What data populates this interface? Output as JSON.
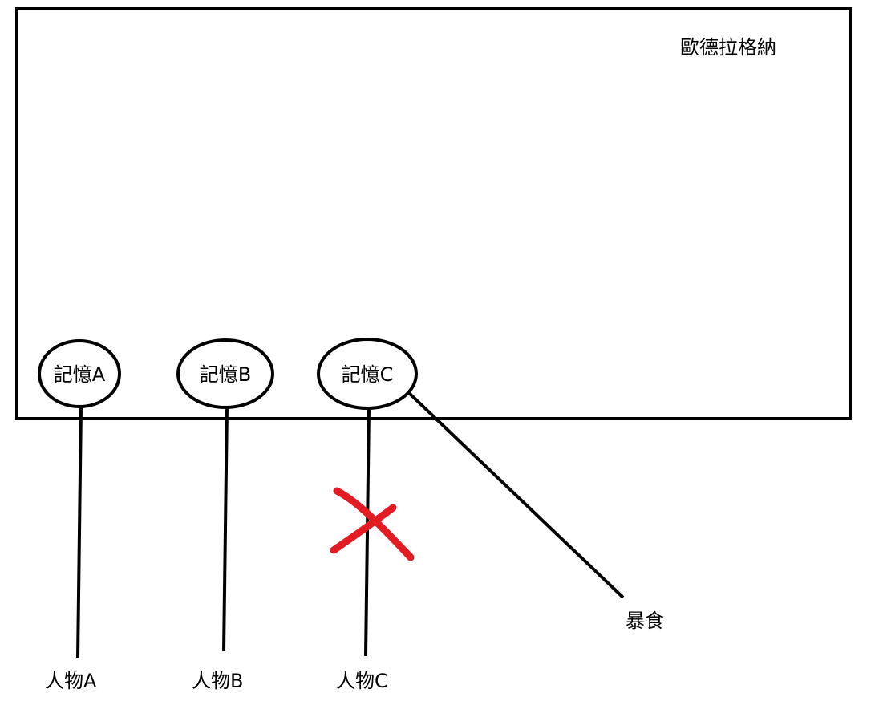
{
  "container": {
    "title": "歐德拉格納"
  },
  "memories": [
    {
      "label": "記憶A"
    },
    {
      "label": "記憶B"
    },
    {
      "label": "記憶C"
    }
  ],
  "persons": [
    {
      "label": "人物A"
    },
    {
      "label": "人物B"
    },
    {
      "label": "人物C"
    }
  ],
  "gluttony": {
    "label": "暴食"
  },
  "colors": {
    "stroke": "#000000",
    "cross": "#e31b23",
    "background": "#ffffff"
  }
}
